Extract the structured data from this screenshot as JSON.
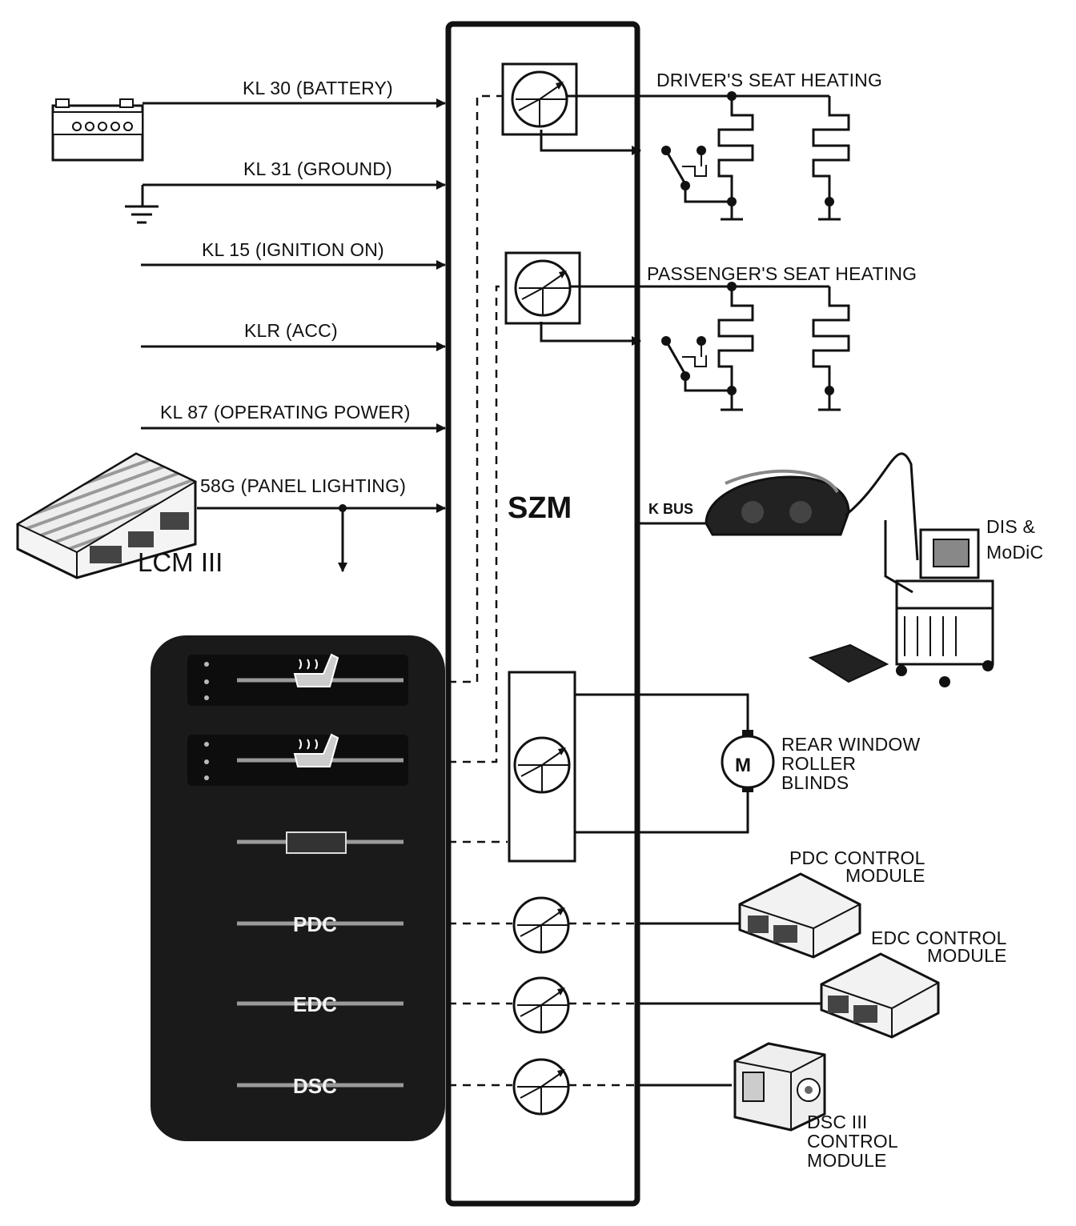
{
  "szm_label": "SZM",
  "inputs": {
    "kl30": "KL 30 (BATTERY)",
    "kl31": "KL 31 (GROUND)",
    "kl15": "KL 15 (IGNITION ON)",
    "klr": "KLR (ACC)",
    "kl87": "KL 87 (OPERATING POWER)",
    "g58": "58G (PANEL LIGHTING)"
  },
  "lcm_label": "LCM III",
  "outputs": {
    "driver_seat": "DRIVER'S SEAT HEATING",
    "passenger_seat": "PASSENGER'S SEAT HEATING",
    "kbus": "K BUS",
    "dis_line1": "DIS &",
    "dis_line2": "MoDiC",
    "motor_symbol": "M",
    "rear_window_1": "REAR WINDOW",
    "rear_window_2": "ROLLER",
    "rear_window_3": "BLINDS",
    "pdc_1": "PDC CONTROL",
    "pdc_2": "MODULE",
    "edc_1": "EDC CONTROL",
    "edc_2": "MODULE",
    "dsc_1": "DSC III",
    "dsc_2": "CONTROL",
    "dsc_3": "MODULE"
  },
  "panel_buttons": {
    "pdc": "PDC",
    "edc": "EDC",
    "dsc": "DSC"
  },
  "icons": [
    "battery-icon",
    "ground-symbol-icon",
    "lcm-module-icon",
    "seat-heating-icon",
    "roller-blind-icon",
    "transistor-icon",
    "motor-icon",
    "instrument-cluster-icon",
    "dis-tester-icon",
    "control-module-icon",
    "dsc-unit-icon"
  ],
  "colors": {
    "line": "#111111",
    "panel": "#1a1a1a",
    "background": "#ffffff"
  }
}
